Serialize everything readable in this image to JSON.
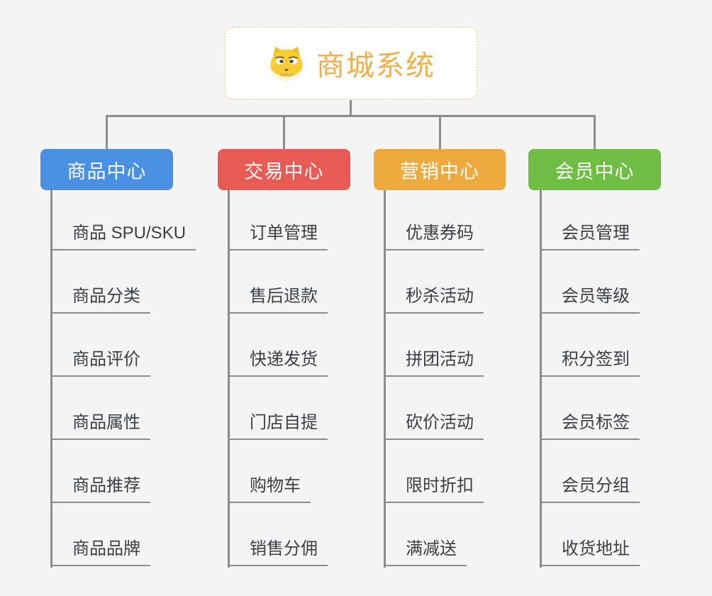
{
  "canvas": {
    "background": "#f4f4f4",
    "connector_color": "#8c8c8c"
  },
  "root": {
    "title": "商城系统",
    "icon": "doge-icon",
    "title_color": "#efaf4b",
    "border_color": "#f2d49c"
  },
  "branches": [
    {
      "label": "商品中心",
      "color": "#4a90e2",
      "children": [
        "商品 SPU/SKU",
        "商品分类",
        "商品评价",
        "商品属性",
        "商品推荐",
        "商品品牌"
      ]
    },
    {
      "label": "交易中心",
      "color": "#e85b54",
      "children": [
        "订单管理",
        "售后退款",
        "快递发货",
        "门店自提",
        "购物车",
        "销售分佣"
      ]
    },
    {
      "label": "营销中心",
      "color": "#eba93e",
      "children": [
        "优惠券码",
        "秒杀活动",
        "拼团活动",
        "砍价活动",
        "限时折扣",
        "满减送"
      ]
    },
    {
      "label": "会员中心",
      "color": "#6ebe43",
      "children": [
        "会员管理",
        "会员等级",
        "积分签到",
        "会员标签",
        "会员分组",
        "收货地址"
      ]
    }
  ]
}
